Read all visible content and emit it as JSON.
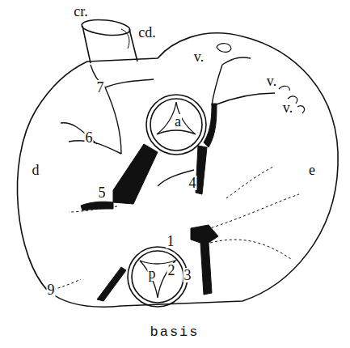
{
  "diagram": {
    "caption": "basis",
    "labels": [
      "cr.",
      "cd.",
      "v.",
      "v.",
      "v.",
      "7",
      "d",
      "6",
      "5",
      "a",
      "4",
      "e",
      "1",
      "p",
      "2",
      "3",
      "9"
    ]
  }
}
